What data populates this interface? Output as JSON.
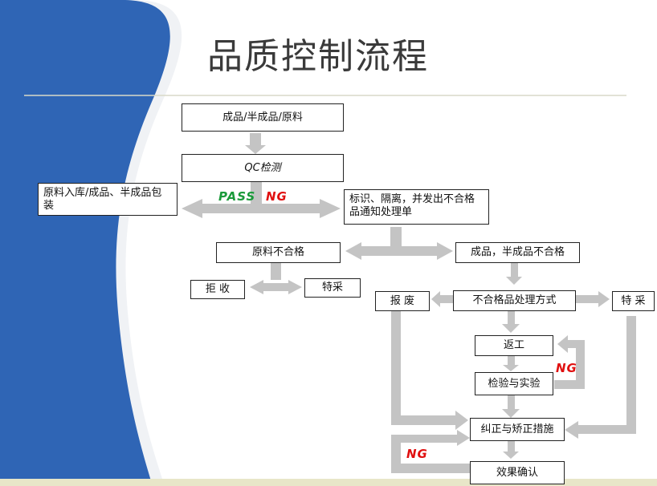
{
  "title": "品质控制流程",
  "colors": {
    "blue_panel": "#2f65b5",
    "arrow_gray": "#c4c4c4",
    "pass": "#1a9a3a",
    "ng": "#e01010"
  },
  "nodes": {
    "materials": "成品/半成品/原料",
    "qc_check": "QC检测",
    "store_pack": "原料入库/成品、半成品包装",
    "mark_isolate": "标识、隔离，并发出不合格品通知处理单",
    "raw_nonconform": "原料不合格",
    "product_nonconform": "成品，半成品不合格",
    "reject": "拒 收",
    "special_raw": "特采",
    "scrap": "报 废",
    "disposal_method": "不合格品处理方式",
    "special_product": "特 采",
    "rework": "返工",
    "inspect_test": "检验与实验",
    "corrective_action": "纠正与矫正措施",
    "effect_confirm": "效果确认"
  },
  "labels": {
    "pass": "PASS",
    "ng_qc": "NG",
    "ng_rework": "NG",
    "ng_effect": "NG"
  }
}
